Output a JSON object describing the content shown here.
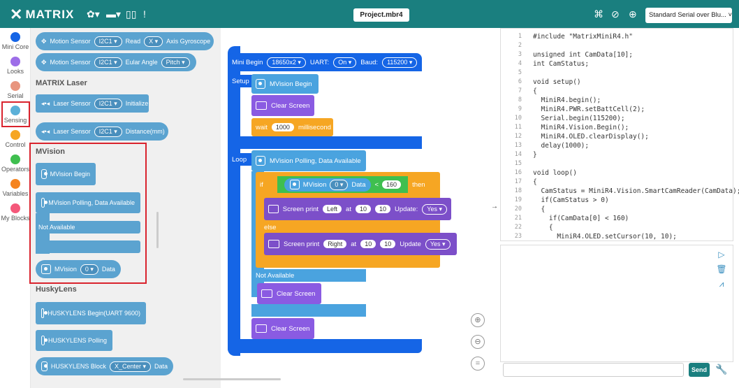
{
  "topbar": {
    "logo_text": "MATRIX",
    "project": "Project.mbr4",
    "serial_select": "Standard Serial over Blu...",
    "accent": "#1a7f7f"
  },
  "categories": [
    {
      "label": "Mini Core",
      "color": "#1565e6"
    },
    {
      "label": "Looks",
      "color": "#9d6ee8"
    },
    {
      "label": "Serial",
      "color": "#e8957e"
    },
    {
      "label": "Sensing",
      "color": "#5bb0d8"
    },
    {
      "label": "Control",
      "color": "#f6a623"
    },
    {
      "label": "Operators",
      "color": "#3fbf4f"
    },
    {
      "label": "Variables",
      "color": "#f5841f"
    },
    {
      "label": "My Blocks",
      "color": "#f4587a"
    }
  ],
  "flyout": {
    "motion1": {
      "a": "Motion Sensor",
      "b": "I2C1 ▾",
      "c": "Read",
      "d": "X ▾",
      "e": "Axis Gyroscope"
    },
    "motion2": {
      "a": "Motion Sensor",
      "b": "I2C1 ▾",
      "c": "Eular Angle",
      "d": "Pitch ▾"
    },
    "laser_title": "MATRIX Laser",
    "laser1": {
      "a": "Laser Sensor",
      "b": "I2C1 ▾",
      "c": "Initialize"
    },
    "laser2": {
      "a": "Laser Sensor",
      "b": "I2C1 ▾",
      "c": "Distance(mm)"
    },
    "mvision_title": "MVision",
    "mv1": "MVision Begin",
    "mv2": "MVision Polling, Data Available",
    "mv_not": "Not Available",
    "mv3": {
      "a": "MVision",
      "b": "0 ▾",
      "c": "Data"
    },
    "husky_title": "HuskyLens",
    "hl1": "HUSKYLENS Begin(UART 9600)",
    "hl2": "HUSKYLENS Polling",
    "hl3": {
      "a": "HUSKYLENS Block",
      "b": "X_Center ▾",
      "c": "Data"
    }
  },
  "canvas": {
    "mini_begin": {
      "a": "Mini Begin",
      "b": "18650x2 ▾",
      "c": "UART:",
      "d": "On ▾",
      "e": "Baud:",
      "f": "115200 ▾"
    },
    "setup": "Setup",
    "mv_begin": "MVision Begin",
    "clear1": "Clear Screen",
    "wait": {
      "a": "wait",
      "b": "1000",
      "c": "millisecond"
    },
    "loop": "Loop",
    "polling": "MVision Polling, Data Available",
    "if": {
      "a": "if",
      "b": "MVision",
      "c": "0 ▾",
      "d": "Data",
      "e": "<",
      "f": "160",
      "g": "then"
    },
    "print1": {
      "a": "Screen print",
      "b": "Left",
      "c": "at",
      "d": "10",
      "e": "10",
      "f": "Update:",
      "g": "Yes ▾"
    },
    "else": "else",
    "print2": {
      "a": "Screen print",
      "b": "Right",
      "c": "at",
      "d": "10",
      "e": "10",
      "f": "Update",
      "g": "Yes ▾"
    },
    "not_available": "Not Available",
    "clear2": "Clear Screen",
    "clear3": "Clear Screen"
  },
  "code": [
    {
      "n": "1",
      "t": "#include \"MatrixMiniR4.h\""
    },
    {
      "n": "2",
      "t": ""
    },
    {
      "n": "3",
      "t": "unsigned int CamData[10];"
    },
    {
      "n": "4",
      "t": "int CamStatus;"
    },
    {
      "n": "5",
      "t": ""
    },
    {
      "n": "6",
      "t": "void setup()"
    },
    {
      "n": "7",
      "t": "{"
    },
    {
      "n": "8",
      "t": "  MiniR4.begin();"
    },
    {
      "n": "9",
      "t": "  MiniR4.PWR.setBattCell(2);"
    },
    {
      "n": "10",
      "t": "  Serial.begin(115200);"
    },
    {
      "n": "11",
      "t": "  MiniR4.Vision.Begin();"
    },
    {
      "n": "12",
      "t": "  MiniR4.OLED.clearDisplay();"
    },
    {
      "n": "13",
      "t": "  delay(1000);"
    },
    {
      "n": "14",
      "t": "}"
    },
    {
      "n": "15",
      "t": ""
    },
    {
      "n": "16",
      "t": "void loop()"
    },
    {
      "n": "17",
      "t": "{"
    },
    {
      "n": "18",
      "t": "  CamStatus = MiniR4.Vision.SmartCamReader(CamData);"
    },
    {
      "n": "19",
      "t": "  if(CamStatus > 0)"
    },
    {
      "n": "20",
      "t": "  {"
    },
    {
      "n": "21",
      "t": "    if(CamData[0] < 160)"
    },
    {
      "n": "22",
      "t": "    {"
    },
    {
      "n": "23",
      "t": "      MiniR4.OLED.setCursor(10, 10);"
    }
  ],
  "serial": {
    "send_label": "Send"
  }
}
